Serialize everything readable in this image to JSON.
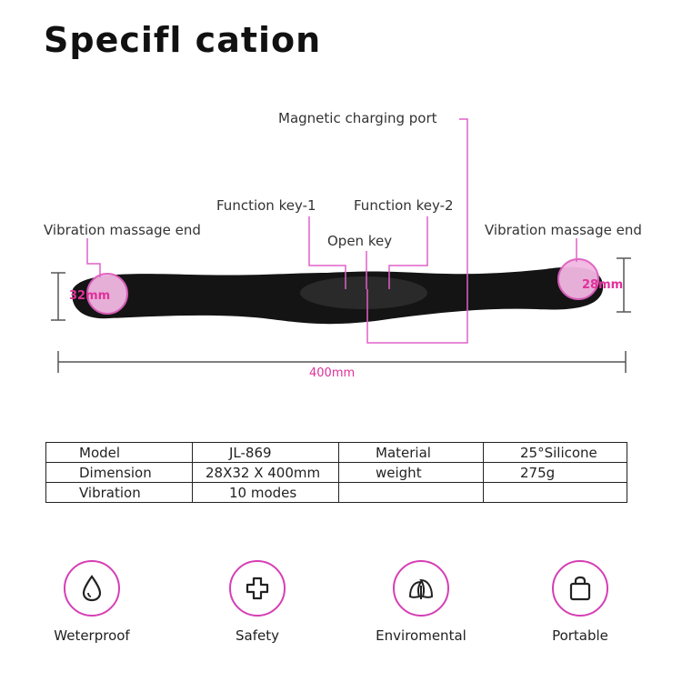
{
  "title": "Specifl cation",
  "annotations": {
    "magnetic_port": "Magnetic charging port",
    "function_key_1": "Function key-1",
    "function_key_2": "Function key-2",
    "open_key": "Open key",
    "vibration_left": "Vibration massage end",
    "vibration_right": "Vibration massage end",
    "height_left": "32mm",
    "height_right": "28mm",
    "length": "400mm"
  },
  "spec_table": {
    "rows": [
      [
        "Model",
        "JL-869",
        "Material",
        "25°Silicone"
      ],
      [
        "Dimension",
        "28X32 X 400mm",
        "weight",
        "275g"
      ],
      [
        "Vibration",
        "10 modes",
        "",
        ""
      ]
    ]
  },
  "features": [
    {
      "label": "Weterproof",
      "icon": "water-drop-icon"
    },
    {
      "label": "Safety",
      "icon": "cross-icon"
    },
    {
      "label": "Enviromental",
      "icon": "leaf-icon"
    },
    {
      "label": "Portable",
      "icon": "bag-icon"
    }
  ],
  "colors": {
    "accent": "#d63fb5",
    "label_pink": "#e0309a",
    "product": "#111111"
  }
}
